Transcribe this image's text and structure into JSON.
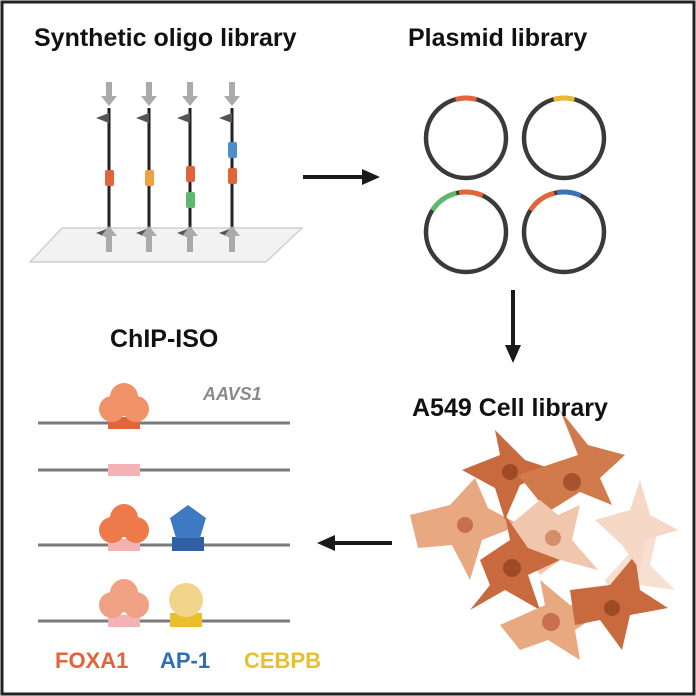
{
  "titles": {
    "oligo": "Synthetic oligo library",
    "plasmid": "Plasmid library",
    "chip": "ChIP-ISO",
    "cell": "A549 Cell library"
  },
  "locus_label": "AAVS1",
  "legend": {
    "foxa1": "FOXA1",
    "ap1": "AP-1",
    "cebpb": "CEBPB"
  },
  "colors": {
    "foxa1": "#e2643a",
    "ap1": "#2f6db5",
    "cebpb": "#e8c02e",
    "cell": "#d9835a",
    "arrow": "#1a1a1a"
  }
}
